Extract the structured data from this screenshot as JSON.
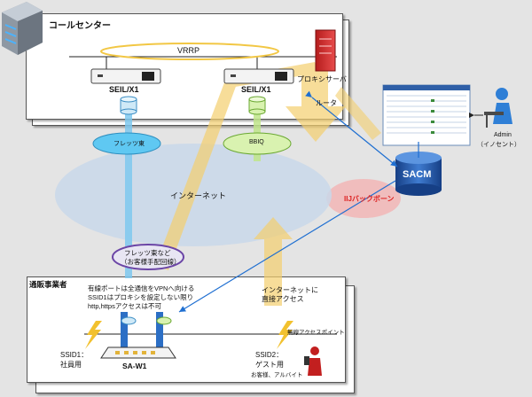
{
  "callcenter": {
    "title": "コールセンター",
    "vrrp": "VRRP",
    "router1": "SEIL/X1",
    "router2": "SEIL/X1",
    "proxy_server": "プロキシサーバ",
    "router_label": "ルータ"
  },
  "network": {
    "flets_east": "フレッツ東",
    "bbiq": "BBIQ",
    "internet": "インターネット",
    "iij_backbone": "IIJバックボーン",
    "sacm": "SACM",
    "flets_etc_line1": "フレッツ東など",
    "flets_etc_line2": "（お客様手配回線）"
  },
  "admin": {
    "label_line1": "Admin",
    "label_line2": "（イノセント）"
  },
  "shop": {
    "title": "通販事業者",
    "wired_note_line1": "有線ポートは全通信をVPNへ向ける",
    "wired_note_line2": "SSID1はプロキシを設定しない限り",
    "wired_note_line3": "http,httpsアクセスは不可",
    "internet_note_line1": "インターネットに",
    "internet_note_line2": "直接アクセス",
    "wireless_ap": "無線アクセスポイント",
    "ssid1_line1": "SSID1：",
    "ssid1_line2": "社員用",
    "device": "SA-W1",
    "ssid2_line1": "SSID2：",
    "ssid2_line2": "ゲスト用",
    "ssid2_sub": "お客様、アルバイト"
  },
  "colors": {
    "flets_ellipse": "#5fc8f2",
    "bbiq_ellipse": "#d9f2b0",
    "internet_ellipse": "#c9d8ea",
    "backbone_ellipse": "#f2b6b6",
    "sacm_db": "#1e4fa0",
    "vrrp_ellipse": "#f2c744",
    "traffic_arrow": "#f4cf6e"
  }
}
